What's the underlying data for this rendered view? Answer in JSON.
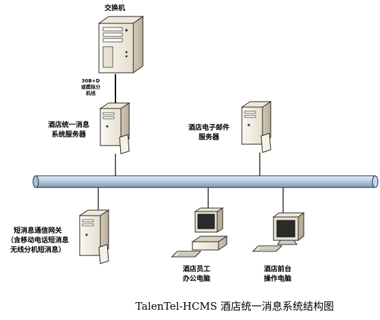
{
  "diagram": {
    "caption": "TalenTel-HCMS 酒店统一消息系统结构图",
    "nodes": {
      "switch": {
        "label": "交换机",
        "icon": "tower-server-icon"
      },
      "link": {
        "lines": [
          "30B+D",
          "或模拟分",
          "机线"
        ]
      },
      "ums_server": {
        "lines": [
          "酒店统一消息",
          "系统服务器"
        ],
        "icon": "server-icon"
      },
      "mail_server": {
        "lines": [
          "酒店电子邮件",
          "服务器"
        ],
        "icon": "server-icon"
      },
      "sms_gateway": {
        "lines": [
          "短消息通信网关",
          "（含移动电话短消息",
          "无线分机短消息）"
        ],
        "icon": "server-icon"
      },
      "staff_pc": {
        "lines": [
          "酒店员工",
          "办公电脑"
        ],
        "icon": "desktop-pc-icon"
      },
      "frontdesk_pc": {
        "lines": [
          "酒店前台",
          "操作电脑"
        ],
        "icon": "monitor-pc-icon"
      }
    },
    "colors": {
      "bus_fill": "#b8cde0",
      "server_body": "#f4efe4",
      "server_shade": "#d9d0bd",
      "line": "#000000"
    }
  }
}
